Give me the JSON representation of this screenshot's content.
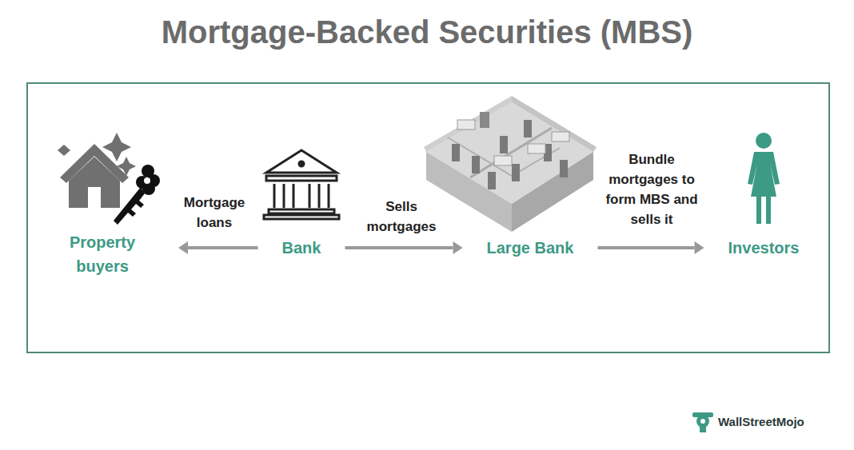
{
  "diagram": {
    "title": "Mortgage-Backed Securities (MBS)",
    "nodes": [
      {
        "text": [
          "Property buyers"
        ]
      },
      {
        "text": [
          "Bank"
        ]
      },
      {
        "text": [
          "Large Bank"
        ]
      },
      {
        "text": [
          "Investors"
        ]
      }
    ],
    "edges": [
      {
        "from": 1,
        "to": 0,
        "label": "Mortgage loans",
        "arrow": "to"
      },
      {
        "from": 1,
        "to": 2,
        "label": "Sells mortgages",
        "arrow": "to"
      },
      {
        "from": 2,
        "to": 3,
        "label": "Bundle mortgages to form MBS and sells it",
        "arrow": "to"
      }
    ],
    "labels": [
      "WallStreetMojo"
    ]
  }
}
